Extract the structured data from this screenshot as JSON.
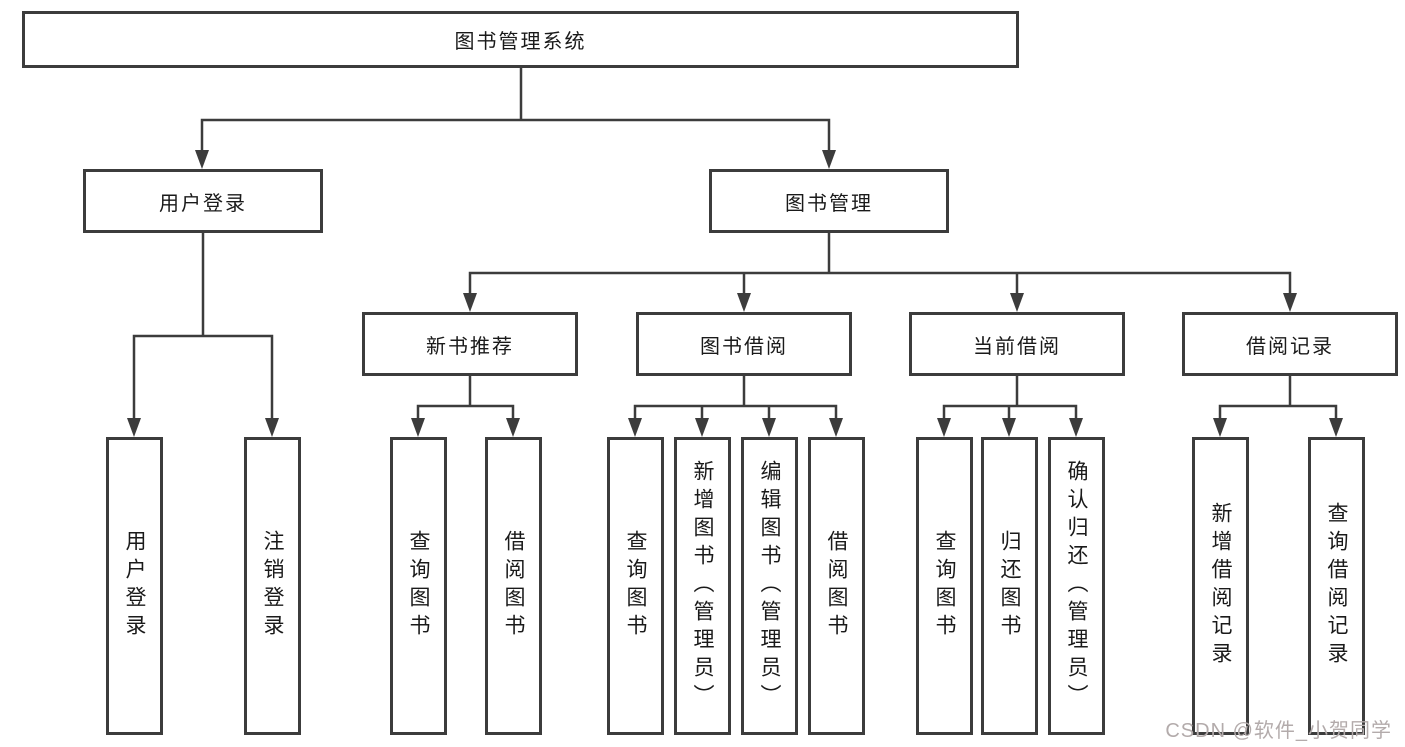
{
  "tree": {
    "root": "图书管理系统",
    "user_branch": {
      "label": "用户登录",
      "leaves": [
        "用户登录",
        "注销登录"
      ]
    },
    "management_branch": {
      "label": "图书管理",
      "groups": [
        {
          "label": "新书推荐",
          "leaves": [
            "查询图书",
            "借阅图书"
          ]
        },
        {
          "label": "图书借阅",
          "leaves": [
            "查询图书",
            "新增图书（管理员）",
            "编辑图书（管理员）",
            "借阅图书"
          ]
        },
        {
          "label": "当前借阅",
          "leaves": [
            "查询图书",
            "归还图书",
            "确认归还（管理员）"
          ]
        },
        {
          "label": "借阅记录",
          "leaves": [
            "新增借阅记录",
            "查询借阅记录"
          ]
        }
      ]
    }
  },
  "watermark": {
    "text": "CSDN @软件_小贺同学",
    "color": "#b3abab"
  },
  "colors": {
    "line": "#3c3c3c",
    "box_border": "#3c3c3c",
    "text": "#1a1a1a",
    "background": "#ffffff"
  }
}
